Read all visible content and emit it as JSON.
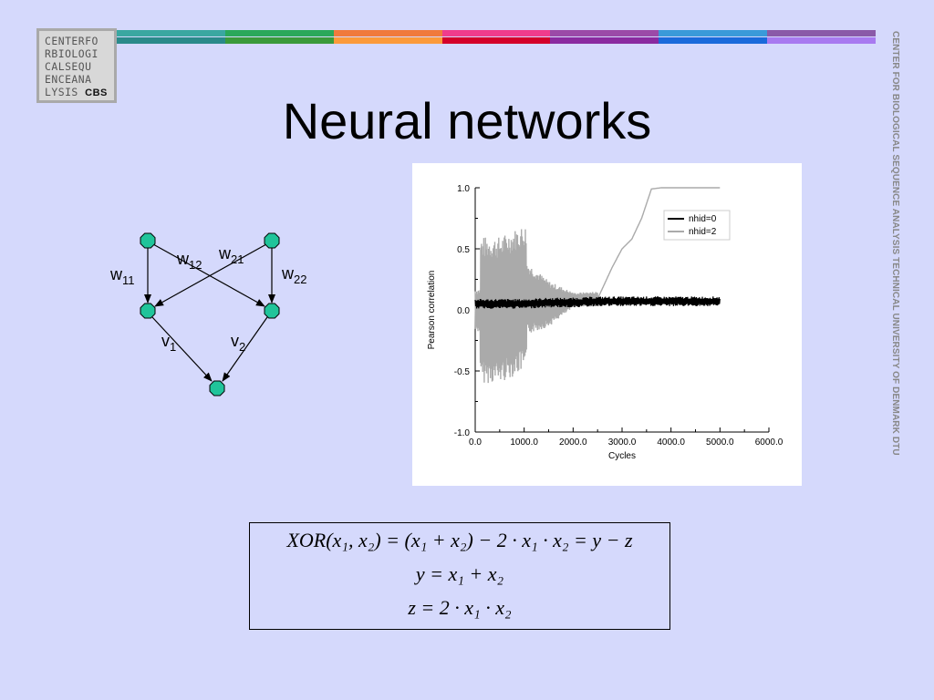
{
  "logo": {
    "lines": [
      "CENTERFO",
      "RBIOLOGI",
      "CALSEQU",
      "ENCEANA",
      "LYSIS "
    ],
    "bold": "CBS"
  },
  "stripe_colors": {
    "top": [
      "#3aa7a1",
      "#2aa85a",
      "#f07a3c",
      "#f03c8c",
      "#9b4aa8",
      "#3a9ad9",
      "#8a5aa8"
    ],
    "bottom": [
      "#2a8a8a",
      "#3a9a3a",
      "#fb9a3a",
      "#d4002a",
      "#8a2aa0",
      "#1a6adb",
      "#a87af0"
    ]
  },
  "title": "Neural networks",
  "side_text": "CENTER FOR BIOLOGICAL SEQUENCE ANALYSIS TECHNICAL UNIVERSITY OF DENMARK DTU",
  "network": {
    "node_color": "#20c49a",
    "w11": "w",
    "w11_sub": "11",
    "w12": "w",
    "w12_sub": "12",
    "w21": "w",
    "w21_sub": "21",
    "w22": "w",
    "w22_sub": "22",
    "v1": "v",
    "v1_sub": "1",
    "v2": "v",
    "v2_sub": "2"
  },
  "chart_data": {
    "type": "line",
    "xlabel": "Cycles",
    "ylabel": "Pearson correlation",
    "xlim": [
      0,
      6000
    ],
    "ylim": [
      -1,
      1
    ],
    "xticks": [
      "0.0",
      "1000.0",
      "2000.0",
      "3000.0",
      "4000.0",
      "5000.0",
      "6000.0"
    ],
    "yticks": [
      "1.0",
      "0.5",
      "0.0",
      "-0.5",
      "-1.0"
    ],
    "legend_position": "top-right",
    "series": [
      {
        "name": "nhid=0",
        "color": "#000000",
        "x": [
          0,
          500,
          1000,
          1500,
          2000,
          2500,
          3000,
          3500,
          4000,
          4500,
          5000
        ],
        "y": [
          0.05,
          0.05,
          0.05,
          0.06,
          0.06,
          0.07,
          0.07,
          0.07,
          0.07,
          0.07,
          0.07
        ]
      },
      {
        "name": "nhid=2",
        "color": "#aaaaaa",
        "x": [
          0,
          500,
          1000,
          1500,
          2000,
          2500,
          2800,
          3000,
          3200,
          3400,
          3600,
          3800,
          4000,
          4500,
          5000
        ],
        "y": [
          0.0,
          0.0,
          0.1,
          0.05,
          0.08,
          0.09,
          0.35,
          0.5,
          0.58,
          0.75,
          0.99,
          1.0,
          1.0,
          1.0,
          1.0
        ]
      }
    ]
  },
  "formula": {
    "line1": "XOR(x₁, x₂) = (x₁ + x₂) − 2 · x₁ · x₂ = y − z",
    "line2": "y = x₁ + x₂",
    "line3": "z = 2 · x₁ · x₂"
  }
}
